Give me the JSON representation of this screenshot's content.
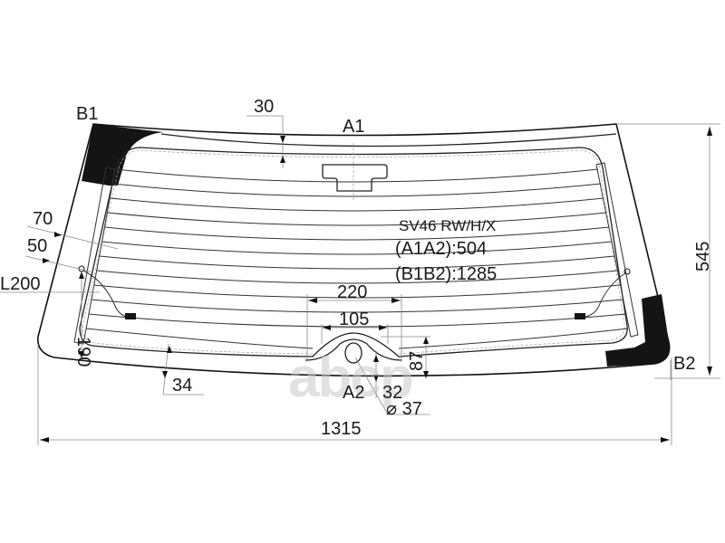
{
  "drawing": {
    "title": "Rear window glass technical drawing",
    "part_code": "SV46 RW/H/X",
    "measurements": {
      "a1a2_label": "(A1A2):504",
      "b1b2_label": "(B1B2):1285"
    },
    "points": {
      "a1": "A1",
      "a2": "A2",
      "b1": "B1",
      "b2": "B2"
    },
    "dimensions": {
      "top_margin": "30",
      "left_70": "70",
      "left_50": "50",
      "radius": "L200",
      "left_190": "190",
      "bottom_34": "34",
      "width_220": "220",
      "width_105": "105",
      "height_87": "87",
      "a2_32": "32",
      "hole_diameter": "⌀ 37",
      "total_width": "1315",
      "total_height": "545"
    },
    "heater_line_count": 14,
    "colors": {
      "line": "#111111",
      "frit": "#141414",
      "dimension": "#8a8a8a",
      "watermark": "#c9c9c9"
    },
    "watermark": "abcp"
  }
}
